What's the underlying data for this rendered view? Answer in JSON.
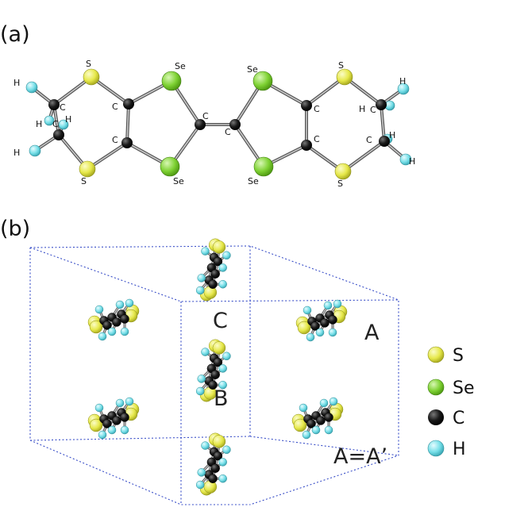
{
  "panels": {
    "a": "(a)",
    "b": "(b)"
  },
  "colors": {
    "S": "#e6e84a",
    "Se": "#7fd234",
    "C": "#111111",
    "H": "#76dfe8",
    "cell": "#3a4fc8"
  },
  "molecule_labels": {
    "S1": "S",
    "S2": "S",
    "S3": "S",
    "S4": "S",
    "Se1": "Se",
    "Se2": "Se",
    "Se3": "Se",
    "Se4": "Se",
    "C1": "C",
    "C2": "C",
    "C3": "C",
    "C4": "C",
    "C5": "C",
    "C6": "C",
    "C7": "C",
    "C8": "C",
    "C9": "C",
    "C10": "C",
    "H1": "H",
    "H2": "H",
    "H3": "H",
    "H4": "H",
    "H5": "H",
    "H6": "H",
    "H7": "H",
    "H8": "H"
  },
  "crystal_labels": {
    "C": "C",
    "B": "B",
    "A": "A",
    "AA": "A=A’"
  },
  "legend": [
    {
      "label": "S",
      "element": "S"
    },
    {
      "label": "Se",
      "element": "Se"
    },
    {
      "label": "C",
      "element": "C"
    },
    {
      "label": "H",
      "element": "H"
    }
  ]
}
